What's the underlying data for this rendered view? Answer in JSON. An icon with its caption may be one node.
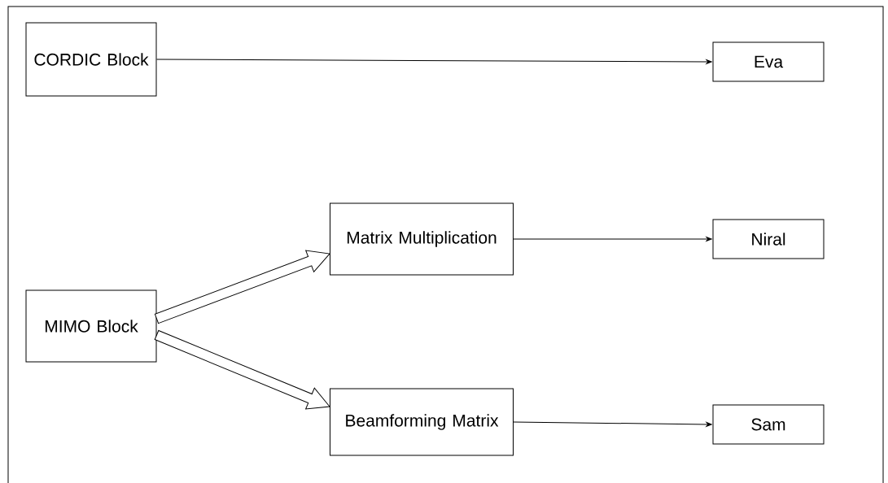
{
  "diagram": {
    "nodes": [
      {
        "text": [
          "CORDIC Block"
        ]
      },
      {
        "text": [
          "Eva"
        ]
      },
      {
        "text": [
          "Matrix Multiplication"
        ]
      },
      {
        "text": [
          "Niral"
        ]
      },
      {
        "text": [
          "MIMO Block"
        ]
      },
      {
        "text": [
          "Beamforming Matrix"
        ]
      },
      {
        "text": [
          "Sam"
        ]
      }
    ],
    "edges": [
      {
        "from": 0,
        "to": 1,
        "arrow": "to"
      },
      {
        "from": 2,
        "to": 3,
        "arrow": "to"
      },
      {
        "from": 5,
        "to": 6,
        "arrow": "to"
      },
      {
        "from": 4,
        "to": 2,
        "arrow": "to",
        "style": "thick"
      },
      {
        "from": 4,
        "to": 5,
        "arrow": "to",
        "style": "thick"
      }
    ]
  }
}
